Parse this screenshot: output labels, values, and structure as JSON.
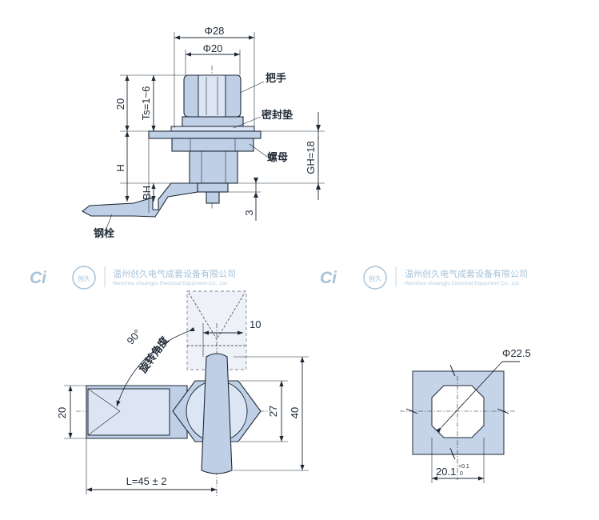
{
  "top_view": {
    "dim_outer_dia": "Φ28",
    "dim_inner_dia": "Φ20",
    "dim_handle_height": "20",
    "dim_ts": "Ts=1~6",
    "dim_h": "H",
    "dim_bh": "BH",
    "dim_gh": "GH=18",
    "dim_3": "3",
    "label_handle": "把手",
    "label_gasket": "密封垫",
    "label_nut": "螺母",
    "label_latch": "钢栓"
  },
  "watermarks": [
    {
      "logo": "Ci",
      "seal": "创久",
      "company": "温州创久电气成套设备有限公司",
      "company_en": "Wenzhou chuangjiu Electrical Equipment Co., Ltd."
    },
    {
      "logo": "Ci",
      "seal": "创久",
      "company": "温州创久电气成套设备有限公司",
      "company_en": "Wenzhou chuangjiu Electrical Equipment Co., Ltd."
    }
  ],
  "front_view": {
    "dim_angle": "90°",
    "label_rotation": "旋转角度",
    "dim_10": "10",
    "dim_20": "20",
    "dim_27": "27",
    "dim_40": "40",
    "dim_length": "L=45 ± 2"
  },
  "cutout_view": {
    "dim_dia": "Φ22.5",
    "dim_width": "20.1",
    "tol_upper": "+0.1",
    "tol_lower": "0"
  }
}
